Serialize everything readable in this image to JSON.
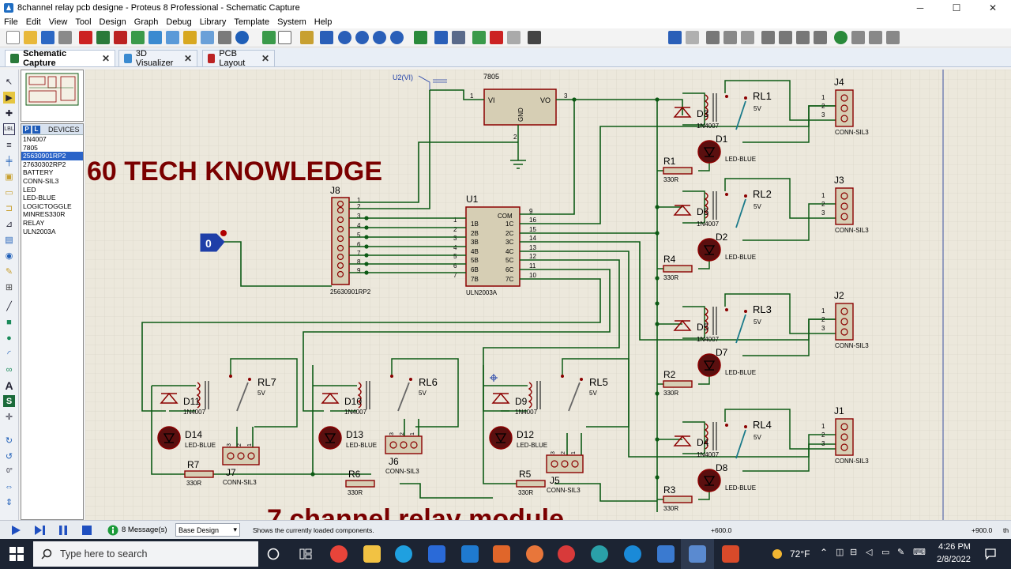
{
  "window": {
    "title": "8channel relay pcb designe - Proteus 8 Professional - Schematic Capture",
    "minimize": "─",
    "maximize": "☐",
    "close": "✕"
  },
  "menu": [
    "File",
    "Edit",
    "View",
    "Tool",
    "Design",
    "Graph",
    "Debug",
    "Library",
    "Template",
    "System",
    "Help"
  ],
  "tabs": [
    {
      "label": "Schematic Capture",
      "active": true
    },
    {
      "label": "3D Visualizer",
      "active": false
    },
    {
      "label": "PCB Layout",
      "active": false
    }
  ],
  "tab_close": "✕",
  "devices": {
    "header": "DEVICES",
    "p_label": "P",
    "l_label": "L",
    "items": [
      "1N4007",
      "7805",
      "25630901RP2",
      "27630302RP2",
      "BATTERY",
      "CONN-SIL3",
      "LED",
      "LED-BLUE",
      "LOGICTOGGLE",
      "MINRES330R",
      "RELAY",
      "ULN2003A"
    ],
    "selected": "25630901RP2"
  },
  "left_tool_coord": "0°",
  "schematic": {
    "watermark_top": "60 TECH KNOWLEDGE",
    "watermark_bottom": "7 channel relay module",
    "regulator": {
      "ref": "U2(VI)",
      "name": "7805",
      "vi": "VI",
      "vo": "VO",
      "gnd": "GND",
      "pin1": "1",
      "pin2": "2",
      "pin3": "3"
    },
    "uln": {
      "ref": "U1",
      "name": "ULN2003A",
      "com": "COM",
      "inputs": [
        "1B",
        "2B",
        "3B",
        "4B",
        "5B",
        "6B",
        "7B"
      ],
      "outputs": [
        "1C",
        "2C",
        "3C",
        "4C",
        "5C",
        "6C",
        "7C"
      ],
      "in_pins": [
        "1",
        "2",
        "3",
        "4",
        "5",
        "6",
        "7"
      ],
      "out_pins": [
        "16",
        "15",
        "14",
        "13",
        "12",
        "11",
        "10"
      ],
      "com_pin": "9"
    },
    "header": {
      "ref": "J8",
      "name": "25630901RP2",
      "pins": [
        "1",
        "2",
        "3",
        "4",
        "5",
        "6",
        "7",
        "8",
        "9"
      ]
    },
    "toggle": {
      "value": "0"
    },
    "right_channels": [
      {
        "relay": "RL1",
        "volt": "5V",
        "diode": "D3",
        "diode_type": "1N4007",
        "led": "D1",
        "led_type": "LED-BLUE",
        "res": "R1",
        "res_val": "330R",
        "conn": "J4",
        "conn_type": "CONN-SIL3"
      },
      {
        "relay": "RL2",
        "volt": "5V",
        "diode": "D6",
        "diode_type": "1N4007",
        "led": "D2",
        "led_type": "LED-BLUE",
        "res": "R4",
        "res_val": "330R",
        "conn": "J3",
        "conn_type": "CONN-SIL3"
      },
      {
        "relay": "RL3",
        "volt": "5V",
        "diode": "D5",
        "diode_type": "1N4007",
        "led": "D7",
        "led_type": "LED-BLUE",
        "res": "R2",
        "res_val": "330R",
        "conn": "J2",
        "conn_type": "CONN-SIL3"
      },
      {
        "relay": "RL4",
        "volt": "5V",
        "diode": "D4",
        "diode_type": "1N4007",
        "led": "D8",
        "led_type": "LED-BLUE",
        "res": "R3",
        "res_val": "330R",
        "conn": "J1",
        "conn_type": "CONN-SIL3"
      }
    ],
    "bottom_channels": [
      {
        "relay": "RL7",
        "volt": "5V",
        "diode": "D11",
        "diode_type": "1N4007",
        "led": "D14",
        "led_type": "LED-BLUE",
        "res": "R7",
        "res_val": "330R",
        "conn": "J7",
        "conn_type": "CONN-SIL3"
      },
      {
        "relay": "RL6",
        "volt": "5V",
        "diode": "D10",
        "diode_type": "1N4007",
        "led": "D13",
        "led_type": "LED-BLUE",
        "res": "R6",
        "res_val": "330R",
        "conn": "J6",
        "conn_type": "CONN-SIL3"
      },
      {
        "relay": "RL5",
        "volt": "5V",
        "diode": "D9",
        "diode_type": "1N4007",
        "led": "D12",
        "led_type": "LED-BLUE",
        "res": "R5",
        "res_val": "330R",
        "conn": "J5",
        "conn_type": "CONN-SIL3"
      }
    ],
    "conn_pins": [
      "1",
      "2",
      "3"
    ]
  },
  "status": {
    "messages": "8 Message(s)",
    "design_select": "Base Design",
    "hint": "Shows the currently loaded components.",
    "coord_x": "+600.0",
    "coord_y": "+900.0",
    "coord_tail": "th"
  },
  "taskbar": {
    "search_placeholder": "Type here to search",
    "temperature": "72°F",
    "time": "4:26 PM",
    "date": "2/8/2022"
  },
  "colors": {
    "wire": "#0c5a14",
    "component": "#8b0000",
    "component_fill": "#d6ceb4",
    "grid_bg": "#ece8dc",
    "watermark": "#7a0000",
    "selection": "#2a63c8",
    "taskbar": "#1c2433"
  }
}
